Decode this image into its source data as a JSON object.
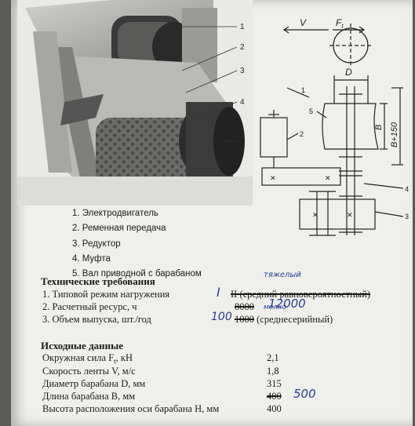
{
  "figure": {
    "callouts": [
      "1",
      "2",
      "3",
      "4",
      "5"
    ],
    "scheme": {
      "velocity_label": "V",
      "force_label": "F",
      "force_subscript": "t",
      "diameter_label": "D",
      "length_label": "B",
      "length_plus_label": "B+150",
      "part_numbers": [
        "1",
        "2",
        "3",
        "4",
        "5"
      ]
    }
  },
  "legend": [
    "1. Электродвигатель",
    "2. Ременная передача",
    "3. Редуктор",
    "4. Муфта",
    "5. Вал приводной с барабаном"
  ],
  "requirements": {
    "title": "Технические требования",
    "rows": [
      {
        "label": "1. Типовой режим нагружения",
        "printed_value": "II (средний равновероятностный)",
        "handwritten": "I",
        "handwritten_note": "тяжелый"
      },
      {
        "label": "2. Расчетный ресурс, ч",
        "printed_value": "8000",
        "handwritten": "12000"
      },
      {
        "label": "3. Объем выпуска, шт./год",
        "printed_value": "1000",
        "printed_suffix": "(среднесерийный)",
        "handwritten": "100",
        "handwritten_note": "мелко"
      }
    ]
  },
  "inputs": {
    "title": "Исходные данные",
    "rows": [
      {
        "label": "Окружная сила F",
        "sub": "t",
        "unit": ", кН",
        "value": "2,1"
      },
      {
        "label": "Скорость ленты V, м/с",
        "value": "1,8"
      },
      {
        "label": "Диаметр барабана D, мм",
        "value": "315"
      },
      {
        "label": "Длина барабана B, мм",
        "value": "400",
        "handwritten": "500"
      },
      {
        "label": "Высота расположения оси барабана H, мм",
        "value": "400"
      }
    ]
  }
}
